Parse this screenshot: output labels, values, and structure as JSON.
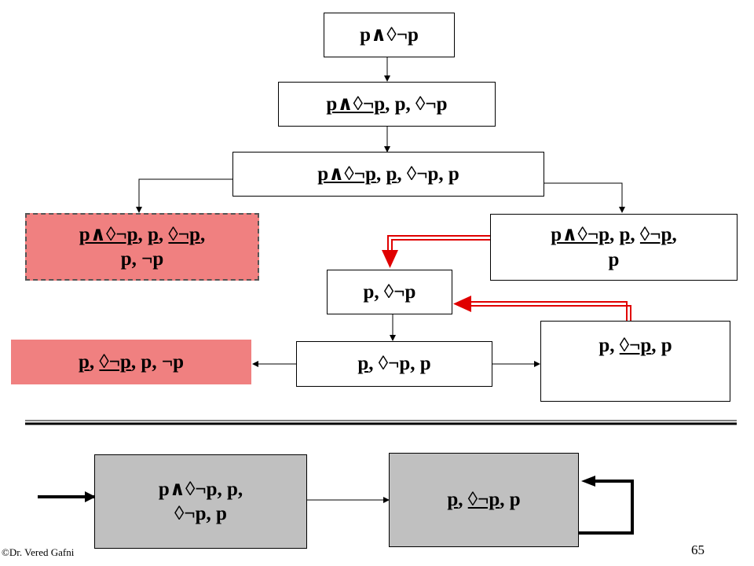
{
  "nodes": [
    {
      "id": "n1",
      "segments": [
        [
          {
            "t": "p∧◊¬p",
            "u": false
          }
        ]
      ]
    },
    {
      "id": "n2",
      "segments": [
        [
          {
            "t": "p∧◊¬p",
            "u": true
          },
          {
            "t": ", ",
            "u": false
          },
          {
            "t": "p",
            "u": false
          },
          {
            "t": ", ",
            "u": false
          },
          {
            "t": "◊¬p",
            "u": false
          }
        ]
      ]
    },
    {
      "id": "n3",
      "segments": [
        [
          {
            "t": "p∧◊¬p",
            "u": true
          },
          {
            "t": ", ",
            "u": false
          },
          {
            "t": "p",
            "u": true
          },
          {
            "t": ", ",
            "u": false
          },
          {
            "t": "◊¬p",
            "u": false
          },
          {
            "t": ", p",
            "u": false
          }
        ]
      ]
    },
    {
      "id": "n4",
      "segments": [
        [
          {
            "t": "p∧◊¬p",
            "u": true
          },
          {
            "t": ", ",
            "u": false
          },
          {
            "t": "p",
            "u": true
          },
          {
            "t": ", ",
            "u": false
          },
          {
            "t": "◊¬p",
            "u": true
          },
          {
            "t": ",",
            "u": false
          }
        ],
        [
          {
            "t": "p,  ¬p",
            "u": false
          }
        ]
      ]
    },
    {
      "id": "n5",
      "segments": [
        [
          {
            "t": "p∧◊¬p",
            "u": true
          },
          {
            "t": ", ",
            "u": false
          },
          {
            "t": "p",
            "u": true
          },
          {
            "t": ", ",
            "u": false
          },
          {
            "t": "◊¬p",
            "u": true
          },
          {
            "t": ",",
            "u": false
          }
        ],
        [
          {
            "t": "p",
            "u": false
          }
        ]
      ]
    },
    {
      "id": "n6",
      "segments": [
        [
          {
            "t": "p, ◊¬p",
            "u": false
          }
        ]
      ]
    },
    {
      "id": "n7",
      "segments": [
        [
          {
            "t": "p",
            "u": false
          },
          {
            "t": ", ",
            "u": false
          },
          {
            "t": "◊¬p",
            "u": true
          },
          {
            "t": ", p",
            "u": false
          }
        ]
      ]
    },
    {
      "id": "n8",
      "segments": [
        [
          {
            "t": "p",
            "u": true
          },
          {
            "t": ", ",
            "u": false
          },
          {
            "t": "◊¬p",
            "u": false
          },
          {
            "t": ", p",
            "u": false
          }
        ]
      ]
    },
    {
      "id": "n9",
      "segments": [
        [
          {
            "t": "p",
            "u": true
          },
          {
            "t": ", ",
            "u": false
          },
          {
            "t": "◊¬p",
            "u": true
          },
          {
            "t": ", p, ",
            "u": false
          },
          {
            "t": " ¬p",
            "u": false
          }
        ]
      ]
    },
    {
      "id": "n10",
      "segments": [
        [
          {
            "t": "p∧◊¬p, p,",
            "u": false
          }
        ],
        [
          {
            "t": "◊¬p,  p",
            "u": false
          }
        ]
      ]
    },
    {
      "id": "n11",
      "segments": [
        [
          {
            "t": "p",
            "u": true
          },
          {
            "t": ", ",
            "u": false
          },
          {
            "t": "◊¬p",
            "u": true
          },
          {
            "t": ", p",
            "u": false
          }
        ]
      ]
    }
  ],
  "footer": {
    "author": "©Dr. Vered Gafni",
    "page_number": "65"
  },
  "colors": {
    "closed_node": "#f08080",
    "loop_arrow": "#e00000",
    "bottom_box": "#c0c0c0"
  }
}
